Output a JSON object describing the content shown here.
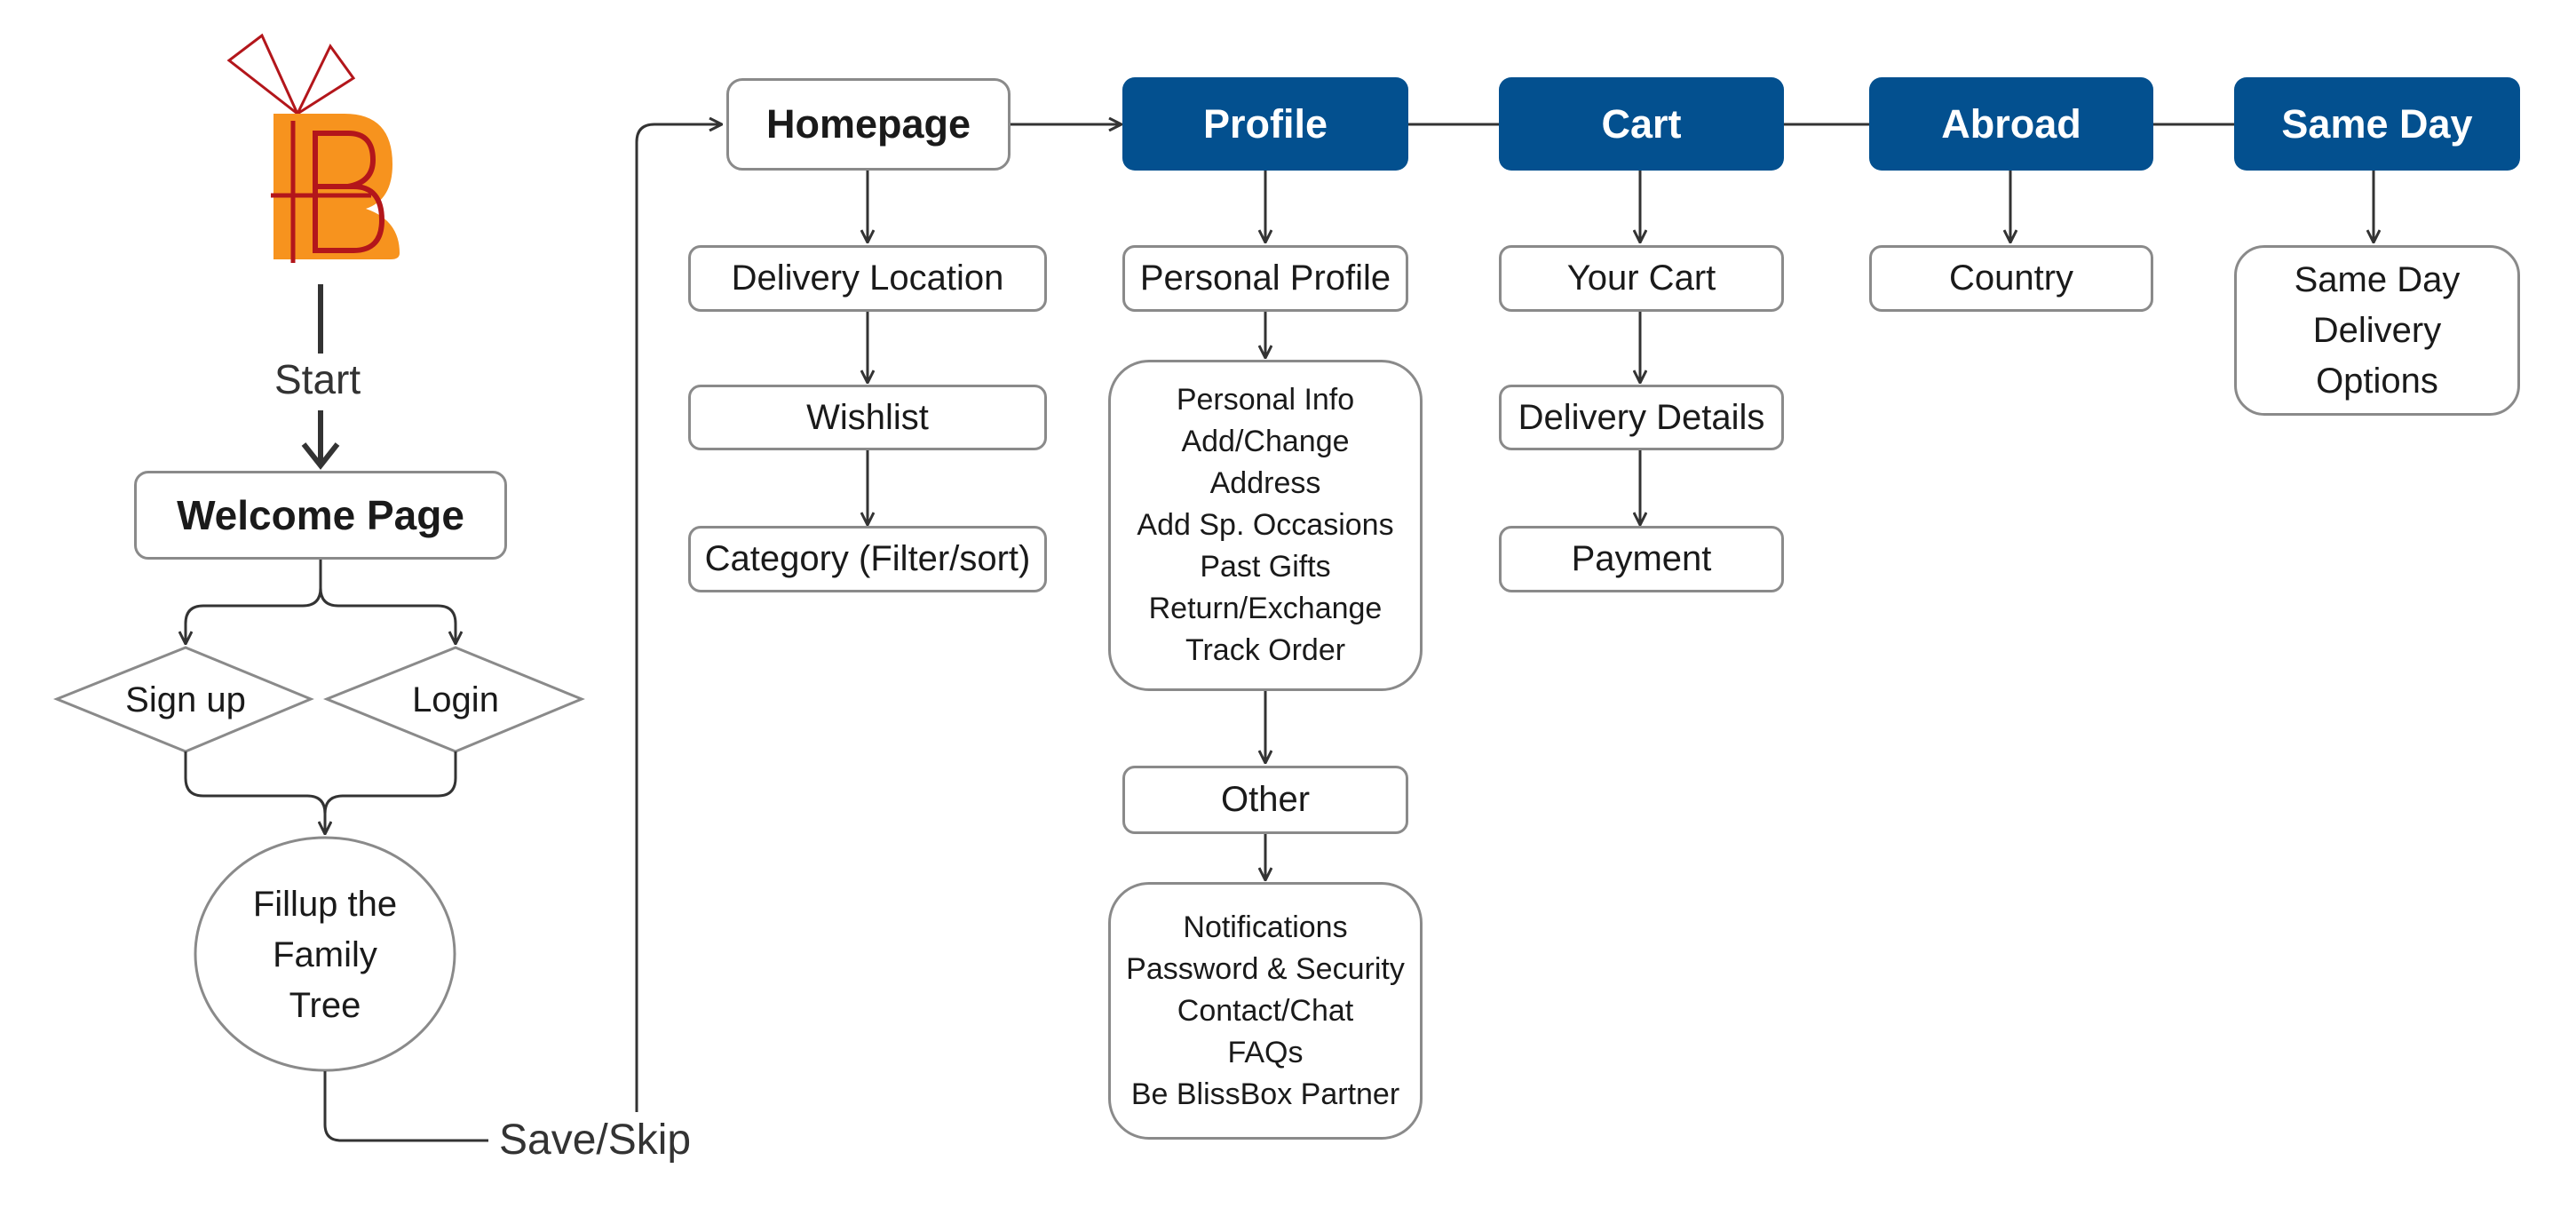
{
  "start_label": "Start",
  "welcome_page": "Welcome Page",
  "sign_up": "Sign up",
  "login": "Login",
  "family_tree": "Fillup the\nFamily\nTree",
  "save_skip": "Save/Skip",
  "homepage": {
    "title": "Homepage",
    "items": [
      "Delivery Location",
      "Wishlist",
      "Category (Filter/sort)"
    ]
  },
  "profile": {
    "title": "Profile",
    "personal_profile": "Personal Profile",
    "personal_details": "Personal Info\nAdd/Change\nAddress\nAdd Sp. Occasions\nPast Gifts\nReturn/Exchange\nTrack Order",
    "other": "Other",
    "other_details": "Notifications\nPassword & Security\nContact/Chat\nFAQs\nBe BlissBox Partner"
  },
  "cart": {
    "title": "Cart",
    "items": [
      "Your Cart",
      "Delivery Details",
      "Payment"
    ]
  },
  "abroad": {
    "title": "Abroad",
    "items": [
      "Country"
    ]
  },
  "same_day": {
    "title": "Same Day",
    "items": [
      "Same Day\nDelivery\nOptions"
    ]
  },
  "colors": {
    "header_fill": "#03508f",
    "logo_orange": "#f7931e",
    "logo_red": "#b3161b",
    "connector": "#333333",
    "box_border": "#8a8a8a"
  }
}
